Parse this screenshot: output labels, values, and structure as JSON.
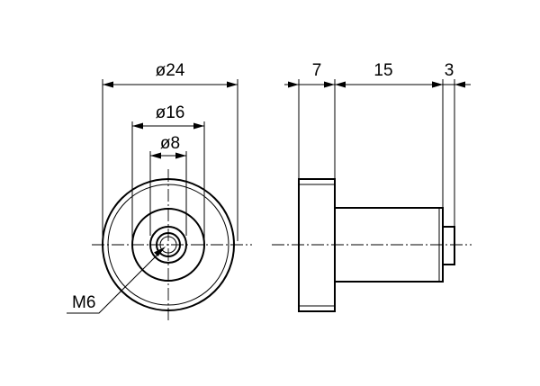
{
  "dimensions": {
    "outer_diameter": "ø24",
    "middle_diameter": "ø16",
    "inner_diameter": "ø8",
    "flange_width": "7",
    "body_length": "15",
    "tip_length": "3",
    "thread": "M6"
  }
}
